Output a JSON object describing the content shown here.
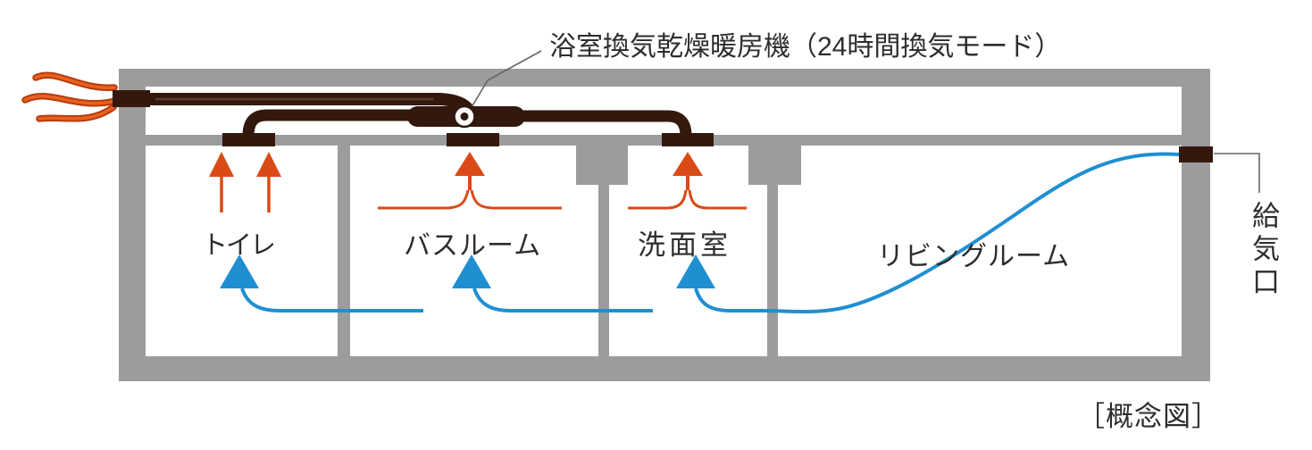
{
  "title": {
    "label": "浴室換気乾燥暖房機（24時間換気モード）"
  },
  "rooms": [
    {
      "name": "トイレ"
    },
    {
      "name": "バスルーム"
    },
    {
      "name": "洗面室"
    },
    {
      "name": "リビングルーム"
    }
  ],
  "intake": {
    "label": "給気口"
  },
  "caption": {
    "label": "［概念図］"
  },
  "icons": {
    "exhaust_flame": "three wavy heat strokes",
    "exhaust_arrow": "orange up arrow",
    "airflow_arrow": "blue up arrow",
    "unit_fan": "white circle hub on unit"
  },
  "colors": {
    "wall": "#9c9c9c",
    "duct": "#33190d",
    "exhaust": "#d94a16",
    "airflow": "#1f8fd2",
    "text": "#2d2d2d",
    "leader": "#666666",
    "flame_core": "#e8611f",
    "flame_edge": "#b63c0d"
  }
}
